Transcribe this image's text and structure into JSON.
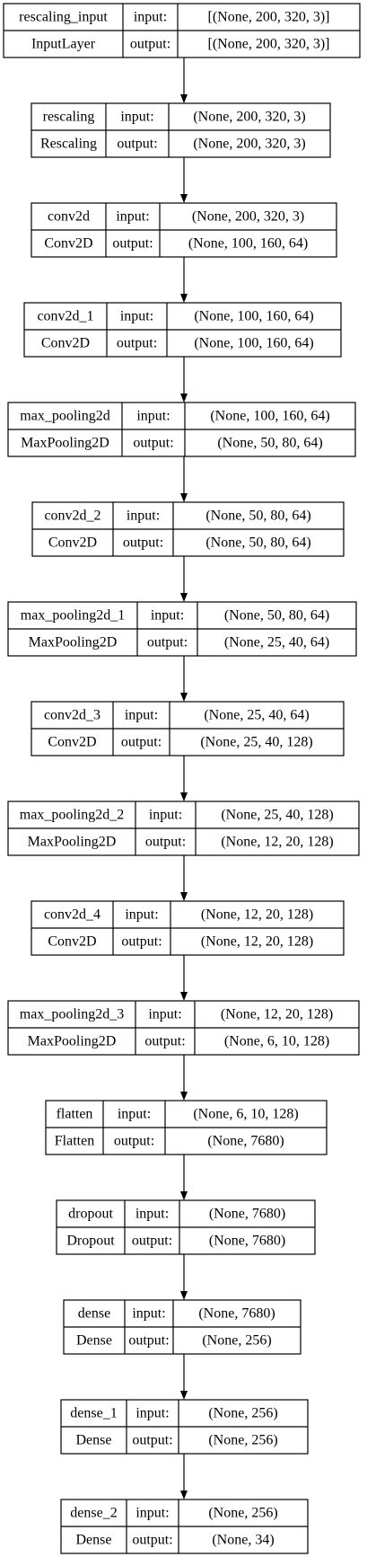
{
  "labels": {
    "input": "input:",
    "output": "output:"
  },
  "colors": {
    "stroke": "#000000",
    "fill": "#ffffff",
    "text": "#000000"
  },
  "layers": [
    {
      "name": "rescaling_input",
      "type": "InputLayer",
      "input": "[(None, 200, 320, 3)]",
      "output": "[(None, 200, 320, 3)]"
    },
    {
      "name": "rescaling",
      "type": "Rescaling",
      "input": "(None, 200, 320, 3)",
      "output": "(None, 200, 320, 3)"
    },
    {
      "name": "conv2d",
      "type": "Conv2D",
      "input": "(None, 200, 320, 3)",
      "output": "(None, 100, 160, 64)"
    },
    {
      "name": "conv2d_1",
      "type": "Conv2D",
      "input": "(None, 100, 160, 64)",
      "output": "(None, 100, 160, 64)"
    },
    {
      "name": "max_pooling2d",
      "type": "MaxPooling2D",
      "input": "(None, 100, 160, 64)",
      "output": "(None, 50, 80, 64)"
    },
    {
      "name": "conv2d_2",
      "type": "Conv2D",
      "input": "(None, 50, 80, 64)",
      "output": "(None, 50, 80, 64)"
    },
    {
      "name": "max_pooling2d_1",
      "type": "MaxPooling2D",
      "input": "(None, 50, 80, 64)",
      "output": "(None, 25, 40, 64)"
    },
    {
      "name": "conv2d_3",
      "type": "Conv2D",
      "input": "(None, 25, 40, 64)",
      "output": "(None, 25, 40, 128)"
    },
    {
      "name": "max_pooling2d_2",
      "type": "MaxPooling2D",
      "input": "(None, 25, 40, 128)",
      "output": "(None, 12, 20, 128)"
    },
    {
      "name": "conv2d_4",
      "type": "Conv2D",
      "input": "(None, 12, 20, 128)",
      "output": "(None, 12, 20, 128)"
    },
    {
      "name": "max_pooling2d_3",
      "type": "MaxPooling2D",
      "input": "(None, 12, 20, 128)",
      "output": "(None, 6, 10, 128)"
    },
    {
      "name": "flatten",
      "type": "Flatten",
      "input": "(None, 6, 10, 128)",
      "output": "(None, 7680)"
    },
    {
      "name": "dropout",
      "type": "Dropout",
      "input": "(None, 7680)",
      "output": "(None, 7680)"
    },
    {
      "name": "dense",
      "type": "Dense",
      "input": "(None, 7680)",
      "output": "(None, 256)"
    },
    {
      "name": "dense_1",
      "type": "Dense",
      "input": "(None, 256)",
      "output": "(None, 256)"
    },
    {
      "name": "dense_2",
      "type": "Dense",
      "input": "(None, 256)",
      "output": "(None, 34)"
    }
  ]
}
